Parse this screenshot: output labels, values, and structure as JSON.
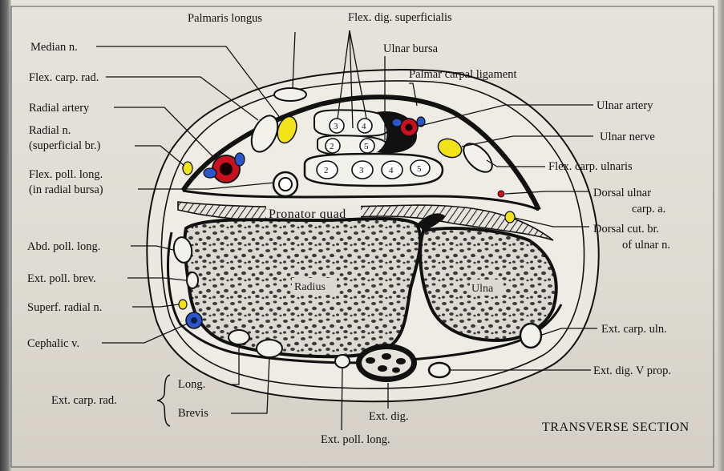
{
  "labels": {
    "palmaris_longus": "Palmaris longus",
    "flex_dig_superficialis": "Flex. dig. superficialis",
    "median_n": "Median n.",
    "ulnar_bursa": "Ulnar bursa",
    "flex_carp_rad": "Flex. carp. rad.",
    "palmar_carpal_ligament": "Palmar carpal ligament",
    "radial_artery": "Radial artery",
    "ulnar_artery": "Ulnar artery",
    "radial_n_line1": "Radial n.",
    "radial_n_line2": "(superficial br.)",
    "ulnar_nerve": "Ulnar nerve",
    "flex_carp_ulnaris": "Flex. carp. ulnaris",
    "flex_poll_long_line1": "Flex. poll. long.",
    "flex_poll_long_line2": "(in radial bursa)",
    "dorsal_ulnar_line1": "Dorsal ulnar",
    "dorsal_ulnar_line2": "carp. a.",
    "pronator_quad": "Pronator quad",
    "dorsal_cut_line1": "Dorsal cut. br.",
    "dorsal_cut_line2": "of ulnar n.",
    "abd_poll_long": "Abd. poll. long.",
    "ext_poll_brev": "Ext. poll. brev.",
    "radius": "Radius",
    "ulna": "Ulna",
    "superf_radial_n": "Superf. radial n.",
    "cephalic_v": "Cephalic v.",
    "ext_carp_uln": "Ext. carp. uln.",
    "ext_dig_v_prop": "Ext. dig. V prop.",
    "ext_carp_rad": "Ext. carp. rad.",
    "long": "Long.",
    "brevis": "Brevis",
    "ext_dig": "Ext. dig.",
    "ext_poll_long": "Ext. poll. long.",
    "transverse_section": "TRANSVERSE SECTION"
  },
  "tendon_numbers": {
    "superficial": [
      "3",
      "4",
      "2",
      "5"
    ],
    "deep": [
      "2",
      "3",
      "4",
      "5"
    ]
  },
  "colors": {
    "artery": "#c8101e",
    "nerve": "#f2e318",
    "vein": "#2a56c9",
    "outline": "#111111",
    "bone_spot": "#3a3a3a"
  }
}
